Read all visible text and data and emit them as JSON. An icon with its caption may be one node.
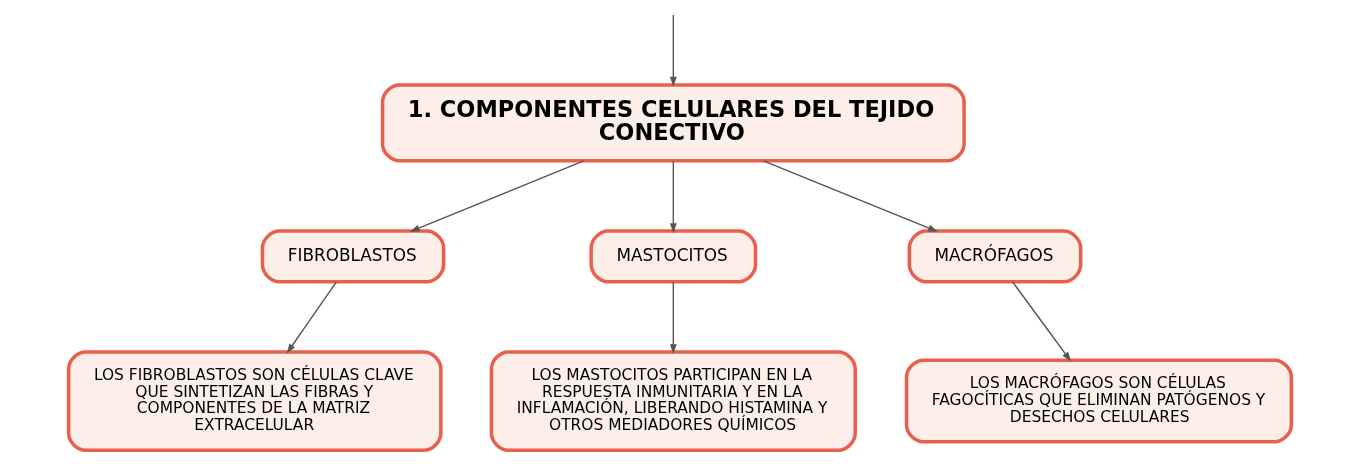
{
  "diagram": {
    "nodes": [
      {
        "text": [
          "1. COMPONENTES CELULARES DEL TEJIDO CONECTIVO"
        ]
      },
      {
        "text": [
          "FIBROBLASTOS"
        ]
      },
      {
        "text": [
          "MASTOCITOS"
        ]
      },
      {
        "text": [
          "MACRÓFAGOS"
        ]
      },
      {
        "text": [
          "LOS FIBROBLASTOS SON CÉLULAS CLAVE QUE SINTETIZAN LAS FIBRAS Y COMPONENTES DE LA MATRIZ EXTRACELULAR"
        ]
      },
      {
        "text": [
          "LOS MASTOCITOS PARTICIPAN EN LA RESPUESTA INMUNITARIA Y EN LA INFLAMACIÓN, LIBERANDO HISTAMINA Y OTROS MEDIADORES QUÍMICOS"
        ]
      },
      {
        "text": [
          "LOS MACRÓFAGOS SON CÉLULAS FAGOCÍTICAS QUE ELIMINAN PATÓGENOS Y DESECHOS CELULARES"
        ]
      }
    ],
    "edges": [
      {
        "from": null,
        "to": 0,
        "arrow": "to"
      },
      {
        "from": 0,
        "to": 1,
        "arrow": "to"
      },
      {
        "from": 0,
        "to": 2,
        "arrow": "to"
      },
      {
        "from": 0,
        "to": 3,
        "arrow": "to"
      },
      {
        "from": 1,
        "to": 4,
        "arrow": "to"
      },
      {
        "from": 2,
        "to": 5,
        "arrow": "to"
      },
      {
        "from": 3,
        "to": 6,
        "arrow": "to"
      }
    ]
  }
}
